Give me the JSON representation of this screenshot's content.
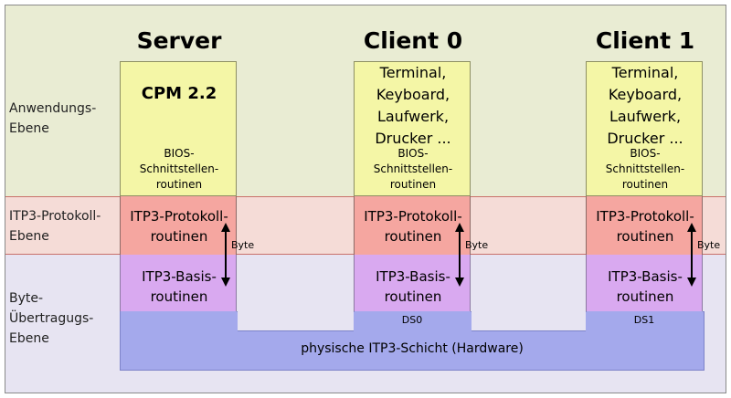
{
  "layers": {
    "application": "Anwendungs-\nEbene",
    "protocol": "ITP3-Protokoll-\nEbene",
    "byte_transfer": "Byte-\nÜbertragugs-\nEbene"
  },
  "columns": {
    "server": {
      "title": "Server",
      "app": "CPM 2.2",
      "bios": "BIOS-\nSchnittstellen-\nroutinen",
      "protocol": "ITP3-Protokoll-\nroutinen",
      "basis": "ITP3-Basis-\nroutinen",
      "byte": "Byte"
    },
    "client0": {
      "title": "Client 0",
      "app": "Terminal,\nKeyboard,\nLaufwerk,\nDrucker ...",
      "bios": "BIOS-\nSchnittstellen-\nroutinen",
      "protocol": "ITP3-Protokoll-\nroutinen",
      "basis": "ITP3-Basis-\nroutinen",
      "byte": "Byte",
      "ds": "DS0"
    },
    "client1": {
      "title": "Client 1",
      "app": "Terminal,\nKeyboard,\nLaufwerk,\nDrucker ...",
      "bios": "BIOS-\nSchnittstellen-\nroutinen",
      "protocol": "ITP3-Protokoll-\nroutinen",
      "basis": "ITP3-Basis-\nroutinen",
      "byte": "Byte",
      "ds": "DS1"
    }
  },
  "hardware": "physische ITP3-Schicht (Hardware)",
  "colors": {
    "application_band": "#e9ecd3",
    "protocol_band": "#f5dcd7",
    "byte_band": "#e7e4f2",
    "app_box": "#f4f6a6",
    "protocol_box": "#f5a6a0",
    "basis_box": "#d9a9f0",
    "hardware": "#a4a9ec"
  }
}
